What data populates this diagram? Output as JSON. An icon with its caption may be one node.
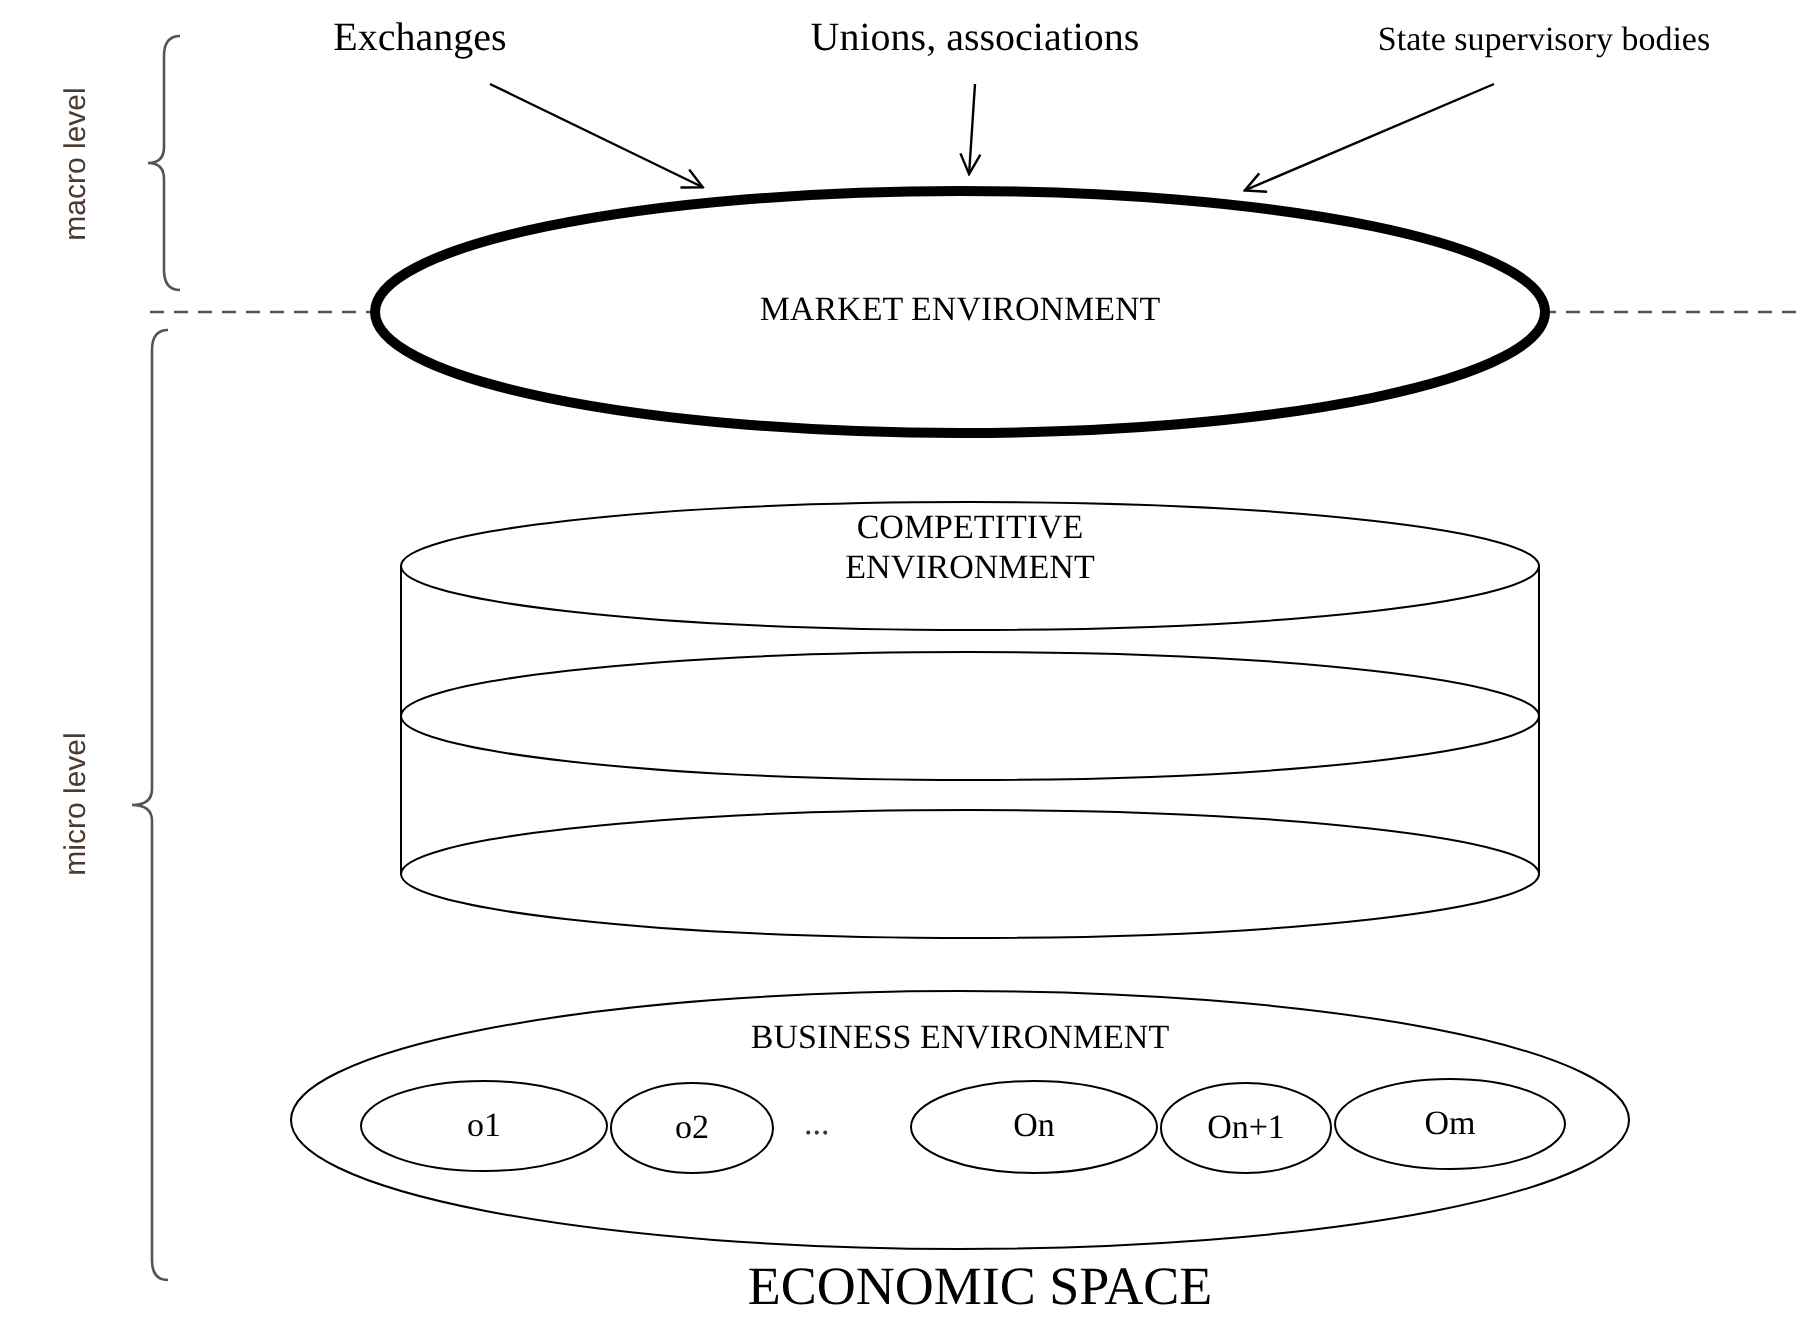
{
  "diagram": {
    "caption": "ECONOMIC SPACE",
    "nodes": [
      {
        "text": [
          "Exchanges"
        ]
      },
      {
        "text": [
          "Unions, associations"
        ]
      },
      {
        "text": [
          "State supervisory bodies"
        ]
      },
      {
        "text": [
          "MARKET ENVIRONMENT"
        ]
      },
      {
        "text": [
          "COMPETITIVE ENVIRONMENT"
        ]
      },
      {
        "text": [
          "BUSINESS ENVIRONMENT"
        ]
      },
      {
        "text": [
          "o1"
        ],
        "in": 5
      },
      {
        "text": [
          "o2"
        ],
        "in": 5
      },
      {
        "text": [
          "On"
        ],
        "in": 5
      },
      {
        "text": [
          "On+1"
        ],
        "in": 5
      },
      {
        "text": [
          "Om"
        ],
        "in": 5
      }
    ],
    "edges": [
      {
        "from": 0,
        "to": 3,
        "arrow": "to"
      },
      {
        "from": 1,
        "to": 3,
        "arrow": "to"
      },
      {
        "from": 2,
        "to": 3,
        "arrow": "to"
      }
    ],
    "labels": [
      "macro level",
      "micro level",
      "..."
    ]
  }
}
